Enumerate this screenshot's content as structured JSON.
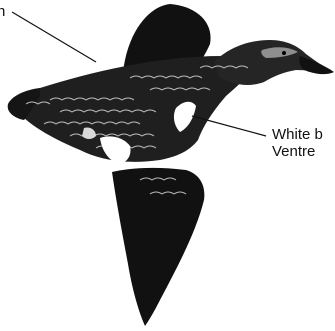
{
  "labels": {
    "top_left": "n",
    "right_line1": "White b",
    "right_line2": "Ventre"
  },
  "colors": {
    "ink": "#111111",
    "background": "#ffffff"
  }
}
